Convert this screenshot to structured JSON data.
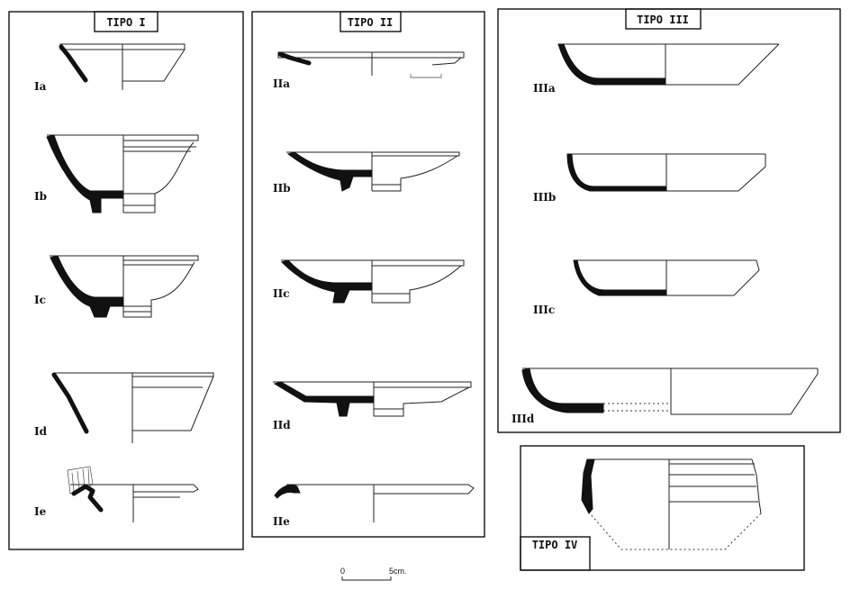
{
  "plate": {
    "tipo_1": {
      "title": "TIPO I",
      "labels": [
        "Ia",
        "Ib",
        "Ic",
        "Id",
        "Ie"
      ]
    },
    "tipo_2": {
      "title": "TIPO II",
      "labels": [
        "IIa",
        "IIb",
        "IIc",
        "IId",
        "IIe"
      ]
    },
    "tipo_3": {
      "title": "TIPO III",
      "labels": [
        "IIIa",
        "IIIb",
        "IIIc",
        "IIId"
      ]
    },
    "tipo_4": {
      "title": "TIPO IV"
    },
    "scale_bar": {
      "start": "0",
      "end": "5cm."
    }
  }
}
